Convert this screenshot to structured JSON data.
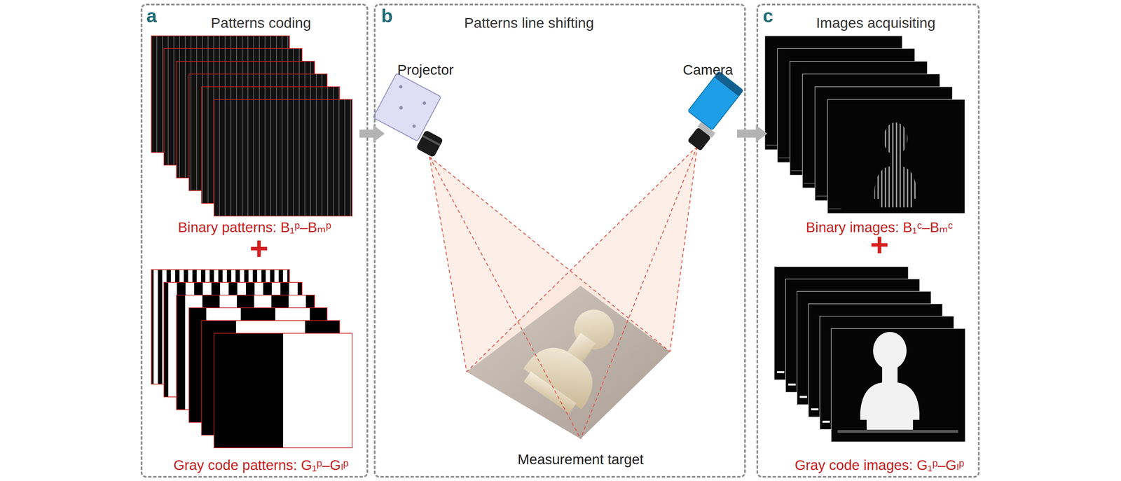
{
  "diagram": {
    "nodes": [
      {
        "text": [
          "a",
          "Patterns coding"
        ]
      },
      {
        "text": [
          "b",
          "Patterns line shifting"
        ]
      },
      {
        "text": [
          "c",
          "Images acquisiting"
        ]
      }
    ],
    "edges": [
      {
        "from": 0,
        "to": 1,
        "arrow": "to"
      },
      {
        "from": 1,
        "to": 2,
        "arrow": "to"
      }
    ],
    "labels": [
      "Binary patterns: B₁ᵖ–Bₘᵖ",
      "+",
      "Gray code patterns: G₁ᵖ–Gₗᵖ",
      "Projector",
      "Camera",
      "Measurement target",
      "Binary images: B₁ᶜ–Bₘᶜ",
      "+",
      "Gray code images: G₁ᵖ–Gₗᵖ"
    ]
  }
}
